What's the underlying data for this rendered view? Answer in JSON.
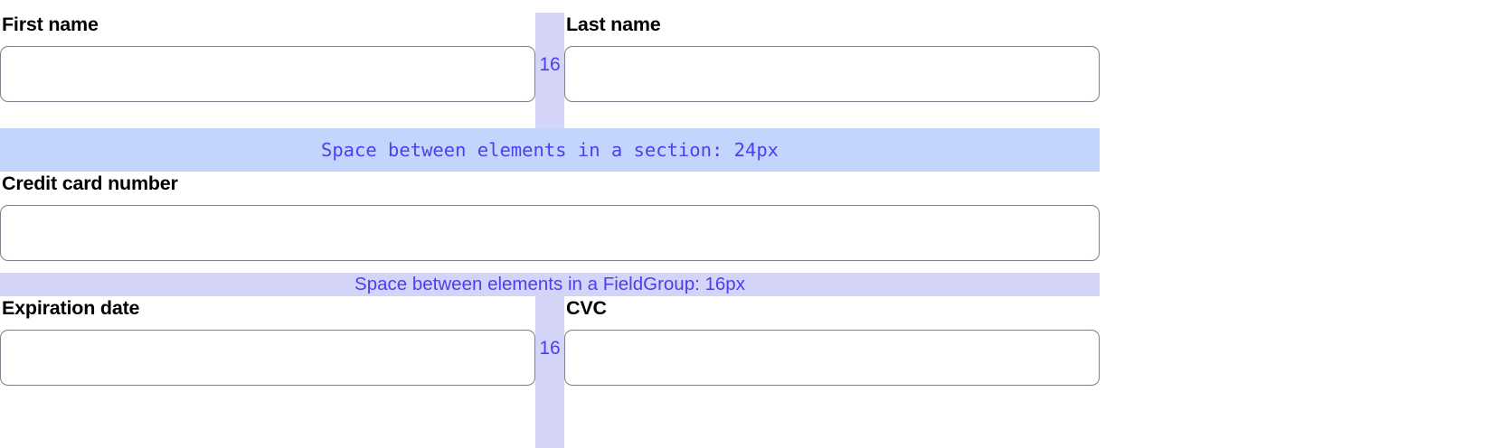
{
  "form": {
    "rows": [
      {
        "name": "name-row",
        "fields": [
          {
            "label": "First name",
            "value": "",
            "placeholder": ""
          },
          {
            "label": "Last name",
            "value": "",
            "placeholder": ""
          }
        ],
        "gutter_label": "16"
      },
      {
        "name": "card-number-row",
        "fields": [
          {
            "label": "Credit card number",
            "value": "",
            "placeholder": ""
          }
        ],
        "gutter_label": ""
      },
      {
        "name": "expiry-cvc-row",
        "fields": [
          {
            "label": "Expiration date",
            "value": "",
            "placeholder": ""
          },
          {
            "label": "CVC",
            "value": "",
            "placeholder": ""
          }
        ],
        "gutter_label": "16"
      }
    ]
  },
  "annotations": {
    "section_gap": {
      "label": "Space between elements in a section: 24px",
      "value": "24px",
      "color": "#c3d4fd",
      "text_color": "#4b40ee"
    },
    "fieldgroup_gap": {
      "label": "Space between elements in a FieldGroup: 16px",
      "value": "16px",
      "color": "#d4d4f8",
      "text_color": "#4b40ee"
    },
    "column_gap": {
      "label": "16",
      "value": "16px",
      "color": "#d4d4f8",
      "text_color": "#4b40ee"
    }
  },
  "colors": {
    "input_border": "#7b7f8c",
    "label_text": "#000000",
    "page_background": "#ffffff"
  }
}
